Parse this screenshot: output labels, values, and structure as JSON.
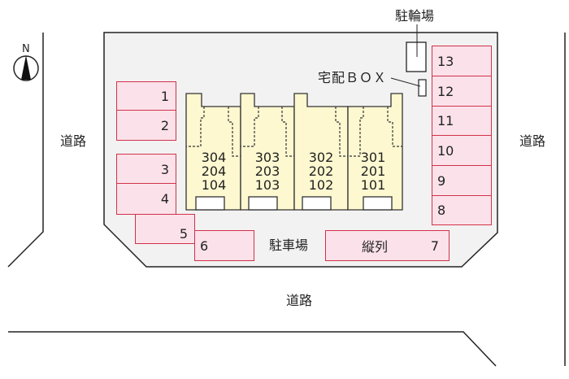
{
  "labels": {
    "road_left": "道路",
    "road_right": "道路",
    "road_bottom": "道路",
    "parking_lot": "駐車場",
    "bicycle_parking": "駐輪場",
    "delivery_box": "宅配ＢＯＸ",
    "north": "N"
  },
  "parking_spaces": {
    "s1": "1",
    "s2": "2",
    "s3": "3",
    "s4": "4",
    "s5": "5",
    "s6": "6",
    "s7": "7",
    "s7_note": "縦列",
    "s8": "8",
    "s9": "9",
    "s10": "10",
    "s11": "11",
    "s12": "12",
    "s13": "13"
  },
  "units": [
    {
      "top": "304",
      "mid": "204",
      "bottom": "104"
    },
    {
      "top": "303",
      "mid": "203",
      "bottom": "103"
    },
    {
      "top": "302",
      "mid": "202",
      "bottom": "102"
    },
    {
      "top": "301",
      "mid": "201",
      "bottom": "101"
    }
  ],
  "colors": {
    "space_fill": "#fbe2ea",
    "space_border": "#d2304a",
    "building": "#fdf8d0",
    "lot": "#f2f2f2"
  }
}
